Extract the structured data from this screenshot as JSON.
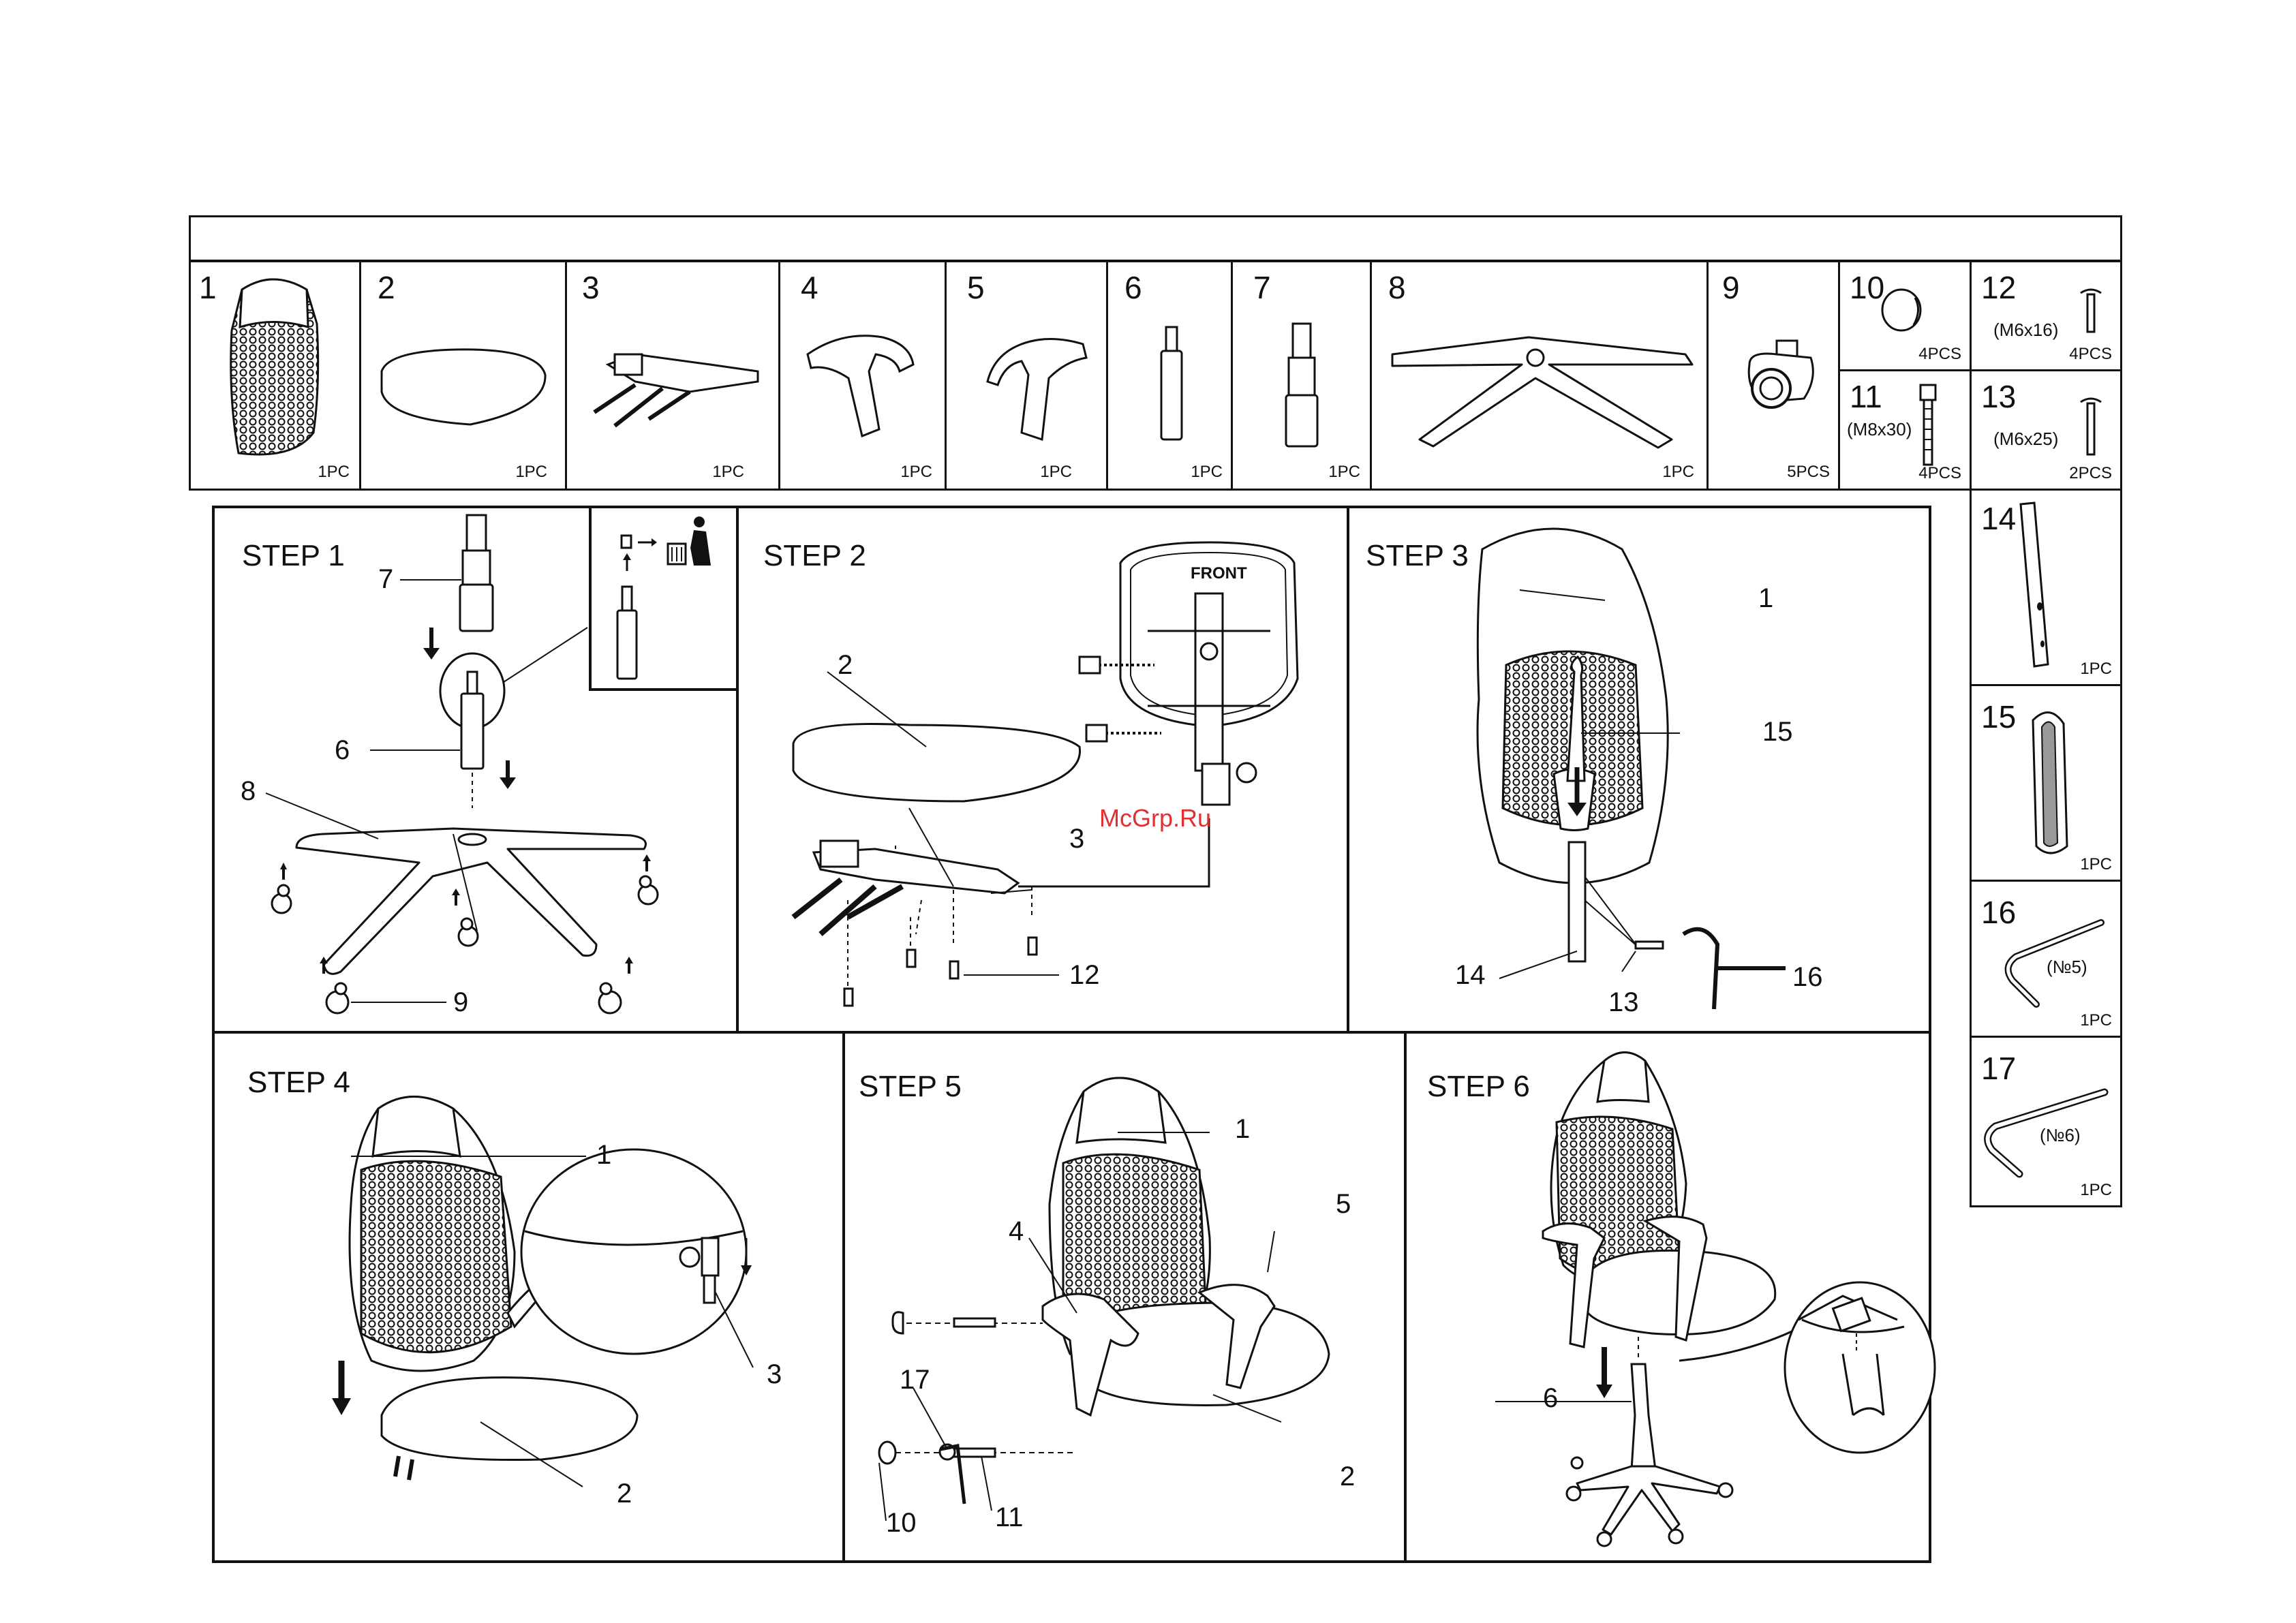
{
  "watermark": "McGrp.Ru",
  "header_bar": "",
  "parts": [
    {
      "num": "1",
      "qty": "1PC",
      "spec": ""
    },
    {
      "num": "2",
      "qty": "1PC",
      "spec": ""
    },
    {
      "num": "3",
      "qty": "1PC",
      "spec": ""
    },
    {
      "num": "4",
      "qty": "1PC",
      "spec": ""
    },
    {
      "num": "5",
      "qty": "1PC",
      "spec": ""
    },
    {
      "num": "6",
      "qty": "1PC",
      "spec": ""
    },
    {
      "num": "7",
      "qty": "1PC",
      "spec": ""
    },
    {
      "num": "8",
      "qty": "1PC",
      "spec": ""
    },
    {
      "num": "9",
      "qty": "5PCS",
      "spec": ""
    },
    {
      "num": "10",
      "qty": "4PCS",
      "spec": ""
    },
    {
      "num": "11",
      "qty": "4PCS",
      "spec": "(M8x30)"
    },
    {
      "num": "12",
      "qty": "4PCS",
      "spec": "(M6x16)"
    },
    {
      "num": "13",
      "qty": "2PCS",
      "spec": "(M6x25)"
    },
    {
      "num": "14",
      "qty": "1PC",
      "spec": ""
    },
    {
      "num": "15",
      "qty": "1PC",
      "spec": ""
    },
    {
      "num": "16",
      "qty": "1PC",
      "spec": "(№5)"
    },
    {
      "num": "17",
      "qty": "1PC",
      "spec": "(№6)"
    }
  ],
  "steps": [
    {
      "title": "STEP 1",
      "labels": [
        "7",
        "6",
        "8",
        "9"
      ]
    },
    {
      "title": "STEP 2",
      "labels": [
        "2",
        "3",
        "12"
      ],
      "front": "FRONT"
    },
    {
      "title": "STEP 3",
      "labels": [
        "1",
        "15",
        "14",
        "13",
        "16"
      ]
    },
    {
      "title": "STEP 4",
      "labels": [
        "1",
        "3",
        "2"
      ]
    },
    {
      "title": "STEP 5",
      "labels": [
        "1",
        "4",
        "5",
        "17",
        "10",
        "11",
        "2"
      ]
    },
    {
      "title": "STEP 6",
      "labels": [
        "6"
      ]
    }
  ]
}
